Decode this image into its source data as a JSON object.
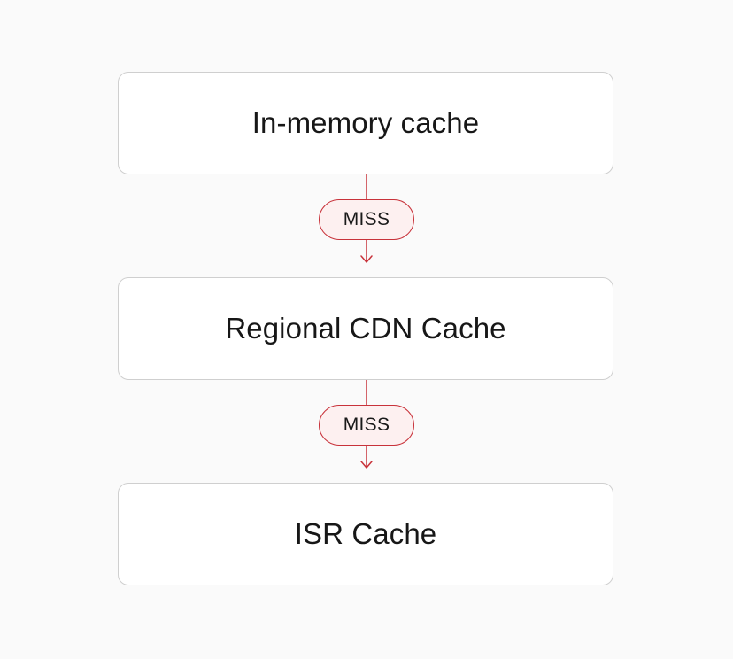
{
  "diagram": {
    "nodes": [
      {
        "label": "In-memory cache"
      },
      {
        "label": "Regional CDN Cache"
      },
      {
        "label": "ISR Cache"
      }
    ],
    "edges": [
      {
        "from": 0,
        "to": 1,
        "label": "MISS"
      },
      {
        "from": 1,
        "to": 2,
        "label": "MISS"
      }
    ],
    "colors": {
      "edge": "#c8323a",
      "edge_label_fill": "#fdf0f0",
      "node_border": "#cfcfcf",
      "background": "#fafafa"
    }
  }
}
